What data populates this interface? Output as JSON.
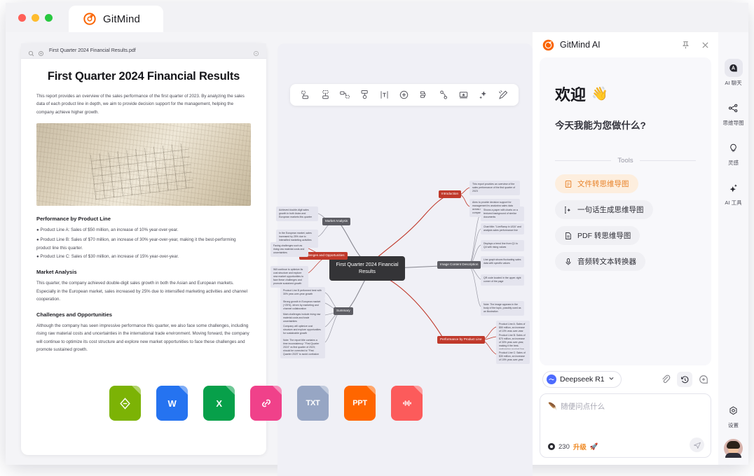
{
  "window": {
    "tab_title": "GitMind",
    "logo_icon": "gitmind-logo-icon",
    "traffic_lights": [
      "close",
      "minimize",
      "maximize"
    ]
  },
  "doc_panel": {
    "header": {
      "filename": "First Quarter 2024 Financial Results.pdf",
      "left_icons": [
        "search-icon",
        "settings-icon"
      ],
      "right_icon": "more-options-icon"
    },
    "title": "First Quarter 2024 Financial Results",
    "intro": "This report provides an overview of the sales performance of  the first quarter of 2023. By analyzing the sales data of each product line in depth, we aim to provide decision support for the management, helping the company achieve higher growth.",
    "image_alt": "financial-chart-photo",
    "sections": [
      {
        "heading": "Performance by Product Line",
        "bullets": [
          "Product Line A: Sales of $50 million, an increase of 10% year-over-year.",
          "Product Line B: Sales of $70 million, an increase of 30% year-over-year, making it the best-performing product line this quarter.",
          "Product Line C: Sales of $30 million, an increase of 15% year-over-year."
        ],
        "paragraph": ""
      },
      {
        "heading": "Market Analysis",
        "bullets": [],
        "paragraph": "This quarter, the company achieved double-digit sales growth in both the Asian and European markets. Especially in the European market, sales increased by 25% due to intensified marketing activities and channel cooperation."
      },
      {
        "heading": "Challenges and Opportunities",
        "bullets": [],
        "paragraph": "Although the company has seen impressive performance this quarter, we also face some challenges, including rising raw material costs and uncertainties in the international trade environment. Moving forward, the company will continue to optimize its cost structure and explore new market opportunities to face these challenges and promote sustained growth."
      }
    ]
  },
  "map_panel": {
    "toolbar_icons": [
      "insert-sibling-node-icon",
      "insert-child-node-icon",
      "insert-subtopic-icon",
      "insert-relation-icon",
      "insert-text-icon",
      "add-node-icon",
      "summary-icon",
      "relationship-line-icon",
      "image-node-icon",
      "ai-sparkle-icon",
      "formatting-brush-icon"
    ],
    "root": "First Quarter 2024 Financial Results",
    "branches": [
      {
        "label": "Introduction",
        "color": "#c0392b",
        "style": "br-red"
      },
      {
        "label": "Market Analysis",
        "color": "#5d5d64",
        "style": "br-gray"
      },
      {
        "label": "Challenges and Opportunities",
        "color": "#c0392b",
        "style": "br-red"
      },
      {
        "label": "Summary",
        "color": "#5d5d64",
        "style": "br-gray"
      },
      {
        "label": "Image Content Description",
        "color": "#5d5d64",
        "style": "br-gray"
      },
      {
        "label": "Performance by Product Line",
        "color": "#c0392b",
        "style": "br-red"
      }
    ],
    "leaves": {
      "introduction": [
        "This report provides an overview of the sales performance of the first quarter of 2023",
        "Aims to provide decision support for management by analyzing sales data across each product line, helping the company achieve higher growth"
      ],
      "image_content_description": [
        "Shows a paper with charts on a textured background of similar documents",
        "Chart title: \"LiveRamp in USA\" and analysis sales performance line",
        "Displays a trend line from Q1 to Q4 with rising values",
        "Line graph shows fluctuating sales data with specific values",
        "QR code located in the upper-right corner of the page",
        "Note: The image appears in the body of the topic, possibly used as an illustration"
      ],
      "market_analysis": [
        "Achieved double-digit sales growth in both Asian and European markets this quarter",
        "In the European market, sales increased by 25% due to intensified marketing activities and channel cooperation"
      ],
      "challenges_and_opportunities": [
        "Facing challenges such as rising raw material costs and uncertainties",
        "Will continue to optimize its cost structure and explore new market opportunities to face these challenges and promote sustained growth"
      ],
      "summary": [
        "Product Line B performed best with 30% year-over-year growth",
        "Strong growth in European market (+25%), driven by marketing and channel collaboration",
        "Main challenges include rising raw material costs and trade uncertainties",
        "Company will optimize cost structure and explore opportunities for sustainable growth",
        "Note: The report title contains a time inconsistency: \"First Quarter 2024\" vs first quarter of 2023; should be corrected to \"First Quarter 2023\" to avoid confusion"
      ],
      "performance_by_product_line": [
        "Product Line A: Sales of $50 million, an increase of 10% year-over-year",
        "Product Line B: Sales of $70 million, an increase of 30% year-over-year, making it the best-performing product line this quarter",
        "Product Line C: Sales of $30 million, an increase of 15% year-over-year"
      ]
    }
  },
  "file_types": [
    {
      "label": "",
      "icon": "epub-file-icon",
      "color": "#7cb305"
    },
    {
      "label": "W",
      "icon": "word-file-icon",
      "color": "#2573f0"
    },
    {
      "label": "X",
      "icon": "excel-file-icon",
      "color": "#07a04a"
    },
    {
      "label": "",
      "icon": "link-file-icon",
      "color": "#f0418a"
    },
    {
      "label": "TXT",
      "icon": "txt-file-icon",
      "color": "#97a6c4"
    },
    {
      "label": "PPT",
      "icon": "ppt-file-icon",
      "color": "#ff6600"
    },
    {
      "label": "",
      "icon": "audio-file-icon",
      "color": "#fc5b5b"
    }
  ],
  "ai_panel": {
    "header": {
      "title": "GitMind AI",
      "logo_icon": "gitmind-ai-logo-icon",
      "pin_icon": "pin-icon",
      "close_icon": "close-icon"
    },
    "welcome": "欢迎",
    "welcome_emoji": "👋",
    "subtitle": "今天我能为您做什么?",
    "tools_label": "Tools",
    "tools": [
      {
        "label": "文件转思维导图",
        "icon": "document-to-mindmap-icon",
        "accent": true
      },
      {
        "label": "一句话生成思维导图",
        "icon": "text-to-mindmap-icon",
        "accent": false
      },
      {
        "label": "PDF 转思维导图",
        "icon": "pdf-to-mindmap-icon",
        "accent": false
      },
      {
        "label": "音频转文本转换器",
        "icon": "audio-to-text-icon",
        "accent": false
      }
    ],
    "composer": {
      "model_name": "Deepseek R1",
      "model_chevron_icon": "chevron-down-icon",
      "attach_icon": "paperclip-icon",
      "history_icon": "history-clock-icon",
      "new_chat_icon": "new-chat-plus-icon",
      "placeholder_emoji": "🪶",
      "placeholder": "随便问点什么",
      "credits": "230",
      "credits_icon": "coin-icon",
      "upgrade_label": "升级",
      "upgrade_emoji": "🚀",
      "send_icon": "send-paper-plane-icon"
    },
    "rail": [
      {
        "label": "AI 聊天",
        "icon": "ai-chat-icon",
        "active": true
      },
      {
        "label": "思维导图",
        "icon": "mindmap-icon",
        "active": false
      },
      {
        "label": "灵感",
        "icon": "lightbulb-inspiration-icon",
        "active": false
      },
      {
        "label": "AI 工具",
        "icon": "ai-tools-sparkle-icon",
        "active": false
      }
    ],
    "rail_bottom": [
      {
        "label": "设置",
        "icon": "settings-gear-icon"
      }
    ],
    "avatar_name": "user-avatar"
  },
  "colors": {
    "accent_orange": "#f08a24",
    "brand_orange": "#fa6400",
    "node_red": "#c0392b",
    "node_gray": "#5d5d64",
    "root_dark": "#343437"
  }
}
